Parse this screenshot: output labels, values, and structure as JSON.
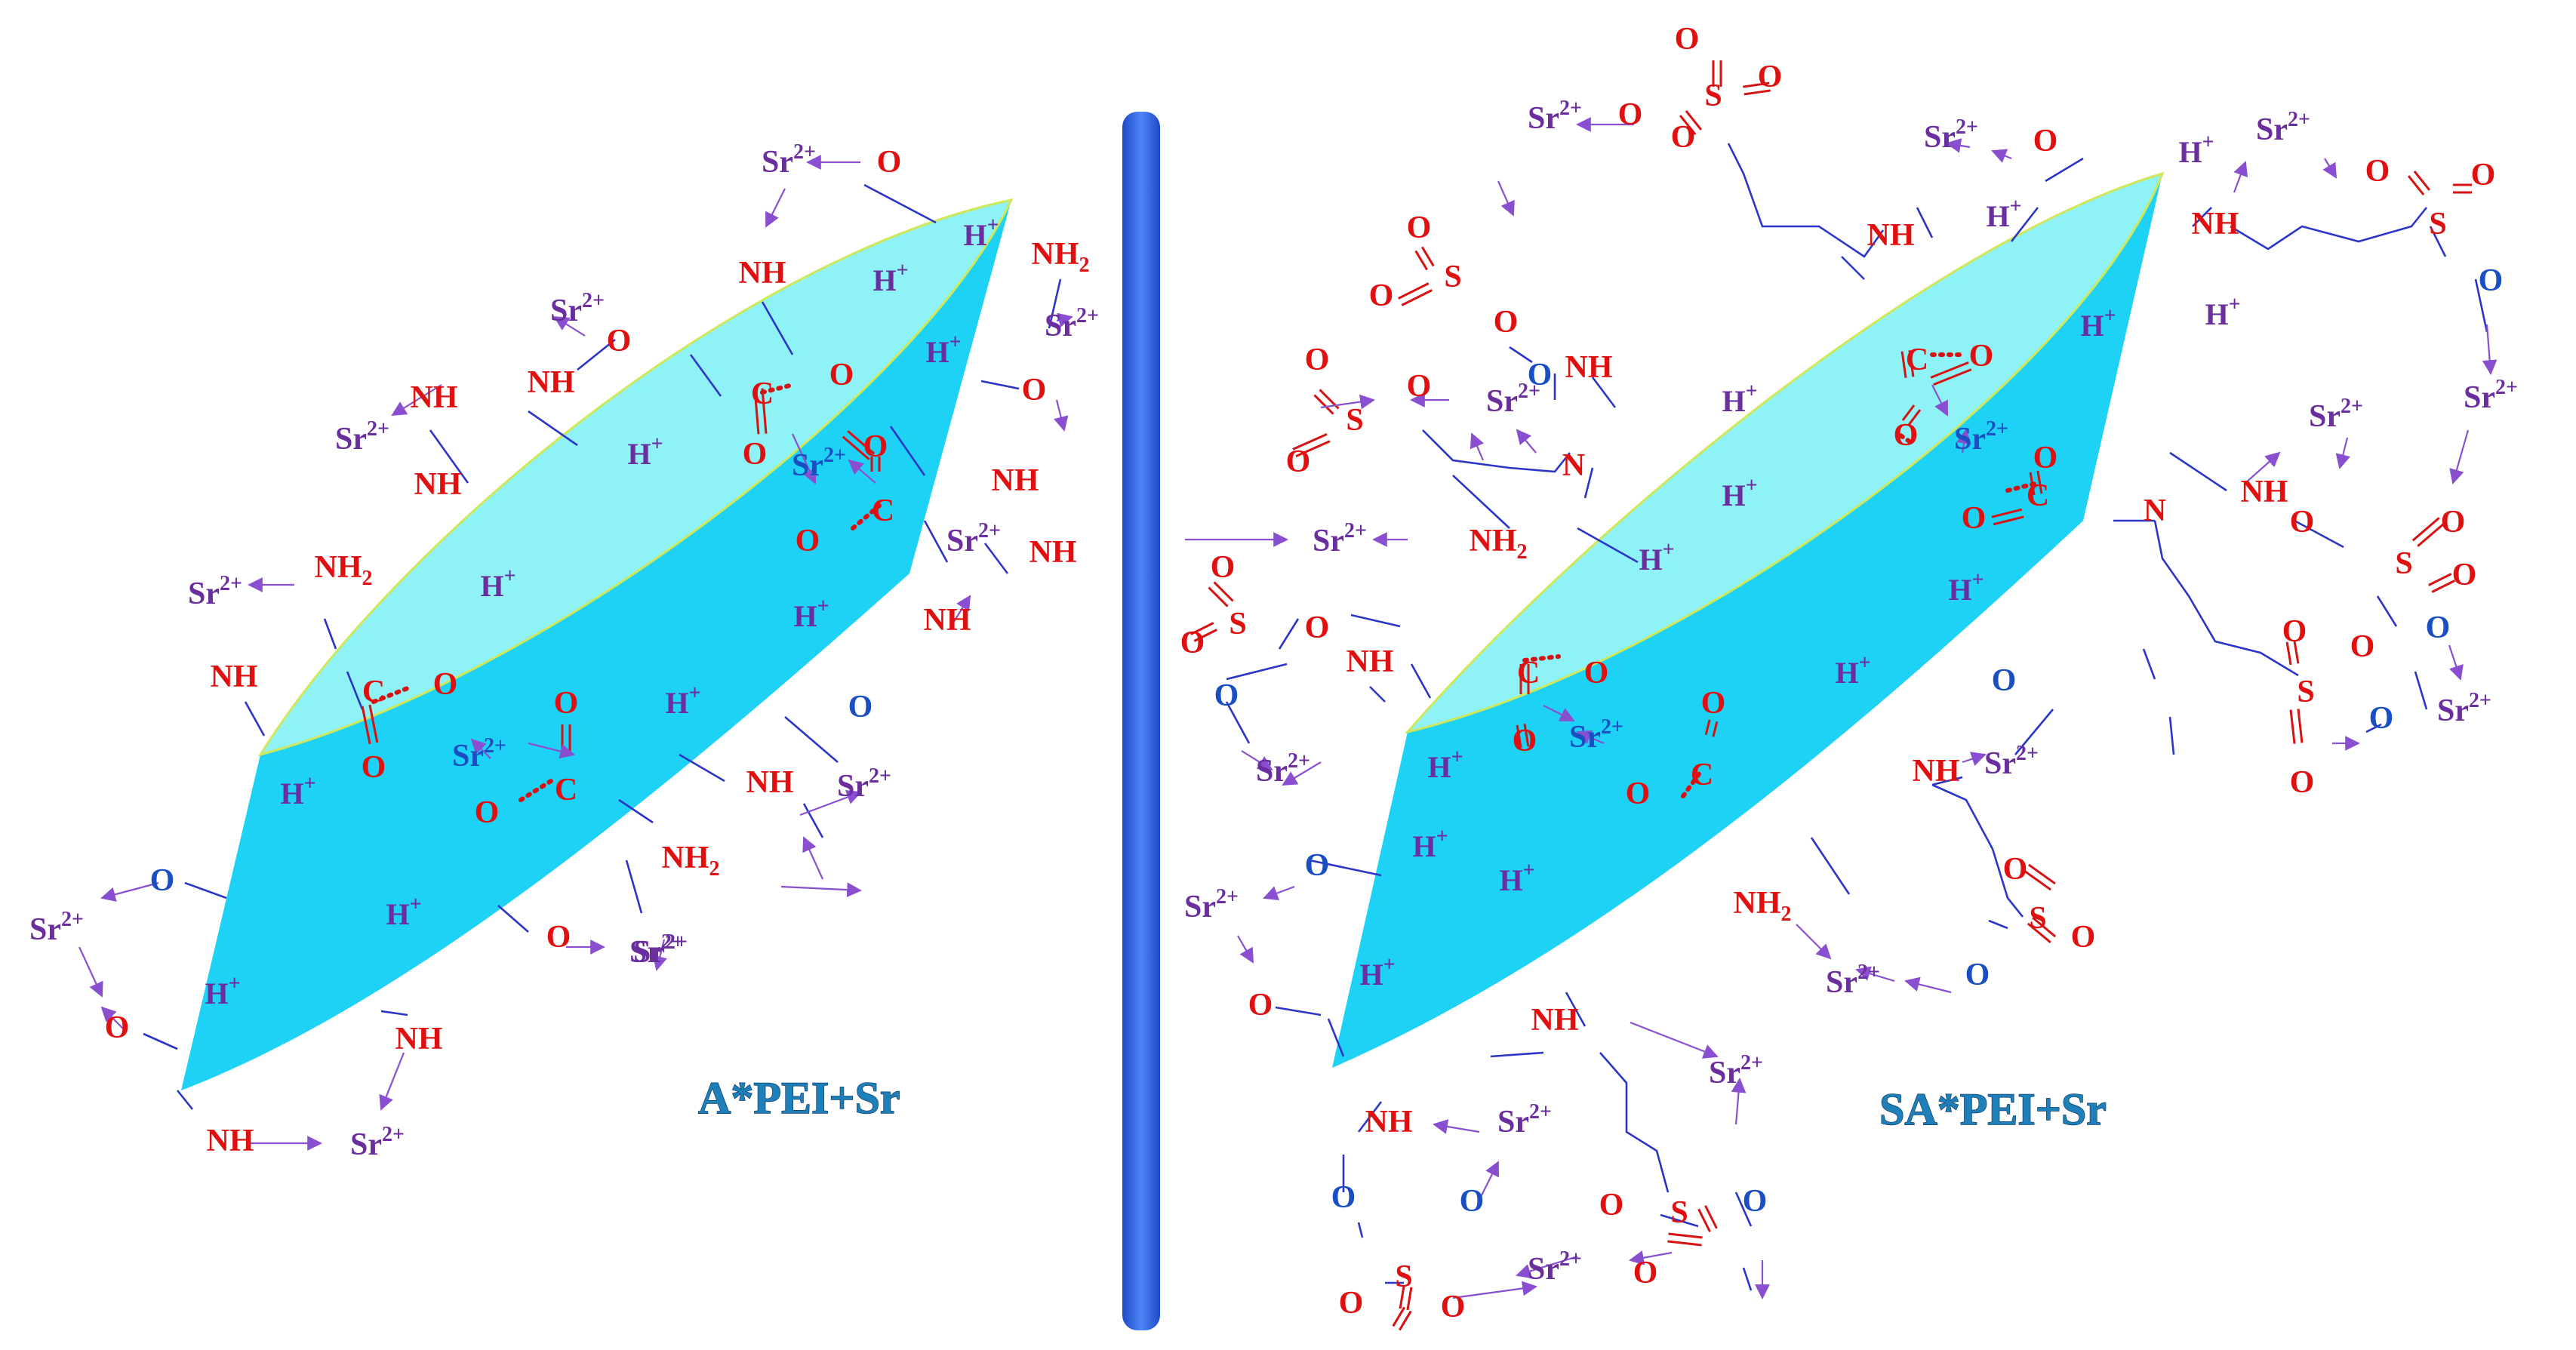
{
  "labels": {
    "left_title": "A*PEI+Sr",
    "right_title": "SA*PEI+Sr",
    "h_plus": "H",
    "h_charge": "+",
    "sr": "Sr",
    "sr_charge": "2+",
    "nh": "NH",
    "nh2": "NH",
    "nh2_sub": "2",
    "n": "N",
    "o": "O",
    "s": "S",
    "c": "C"
  },
  "colors": {
    "amine_red": "#e01010",
    "oxygen_blue": "#1a4fc4",
    "sr_purple": "#6a2e9e",
    "bond_blue": "#2b36c8",
    "cylinder_body": "#1ed2f5",
    "cylinder_top": "#8ef2f6",
    "divider_blue": "#2f61e0",
    "title_blue": "#1f7fb9"
  }
}
